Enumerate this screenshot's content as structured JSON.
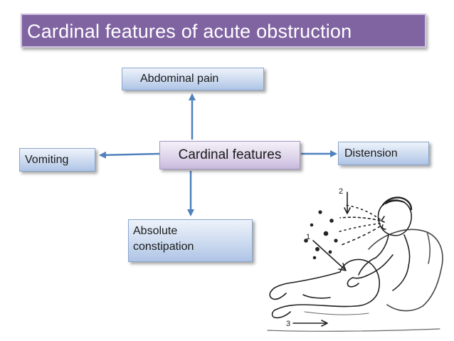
{
  "title": "Cardinal features of acute obstruction",
  "center": "Cardinal  features",
  "nodes": {
    "top": "Abdominal  pain",
    "left": "Vomiting",
    "right": "Distension",
    "bottom_line1": "Absolute",
    "bottom_line2": "constipation"
  },
  "illustration": {
    "icon": "patient-illustration",
    "labels": [
      "2",
      "1",
      "3"
    ]
  },
  "colors": {
    "title_bg": "#8064a2",
    "node_fill": "#c9d8ee",
    "center_fill": "#ddd3ea",
    "arrow": "#4f81bd"
  }
}
